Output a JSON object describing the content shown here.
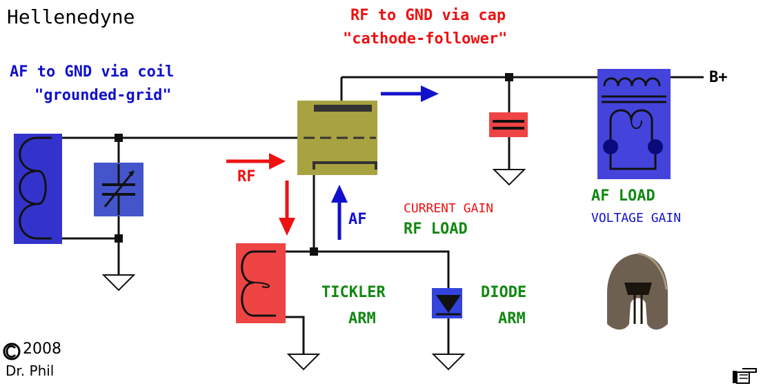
{
  "title": "Hellenedyne",
  "rf_label_top": "RF to GND via cap",
  "rf_label_sub": "\"cathode-follower\"",
  "af_label_top": "AF to GND via coil",
  "af_label_sub": "\"grounded-grid\"",
  "bplus": "B+",
  "rf_arrow": "RF",
  "af_arrow": "AF",
  "current_gain": "CURRENT GAIN",
  "rf_load": "RF LOAD",
  "af_load": "AF LOAD",
  "voltage_gain": "VOLTAGE GAIN",
  "tickler_1": "TICKLER",
  "tickler_2": "ARM",
  "diode_1": "DIODE",
  "diode_2": "ARM",
  "copyright_year": "2008",
  "author": "Dr. Phil",
  "colors": {
    "red": "#ee1111",
    "blue": "#1111cc",
    "green": "#118811",
    "tube": "#a8a240",
    "block_blue": "#4444dd",
    "block_red": "#ee4444"
  },
  "icons": [
    "helmet-icon",
    "pointing-hand-icon",
    "ground-symbol-icon"
  ]
}
